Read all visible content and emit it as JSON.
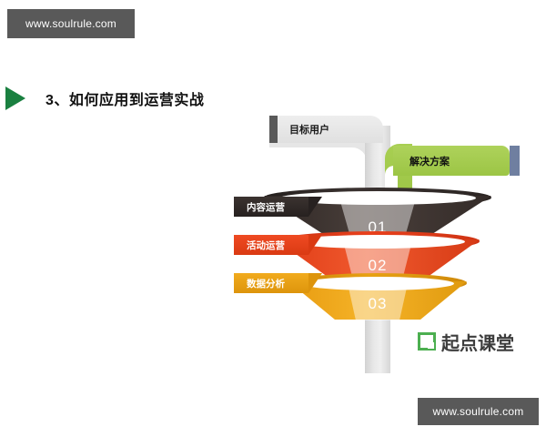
{
  "slide": {
    "background_color": "#ffffff",
    "watermark_top": "www.soulrule.com",
    "watermark_bottom": "www.soulrule.com",
    "title": "3、如何应用到运营实战",
    "accent_green": "#1a8040"
  },
  "diagram": {
    "type": "funnel",
    "top_label": {
      "text": "目标用户",
      "bar_color": "#e4e4e4",
      "cap_color": "#595959"
    },
    "branch_label": {
      "text": "解决方案",
      "bar_color": "#a5cc51",
      "cap_color": "#6f7fa0"
    },
    "stages": [
      {
        "number": "01",
        "label": "内容运营",
        "color": "#2e2724"
      },
      {
        "number": "02",
        "label": "活动运营",
        "color": "#e03c17"
      },
      {
        "number": "03",
        "label": "数据分析",
        "color": "#e89c11"
      }
    ],
    "pipe_color": "#e2e2e2"
  },
  "logo": {
    "text": "起点课堂",
    "mark_color": "#4caf50"
  }
}
